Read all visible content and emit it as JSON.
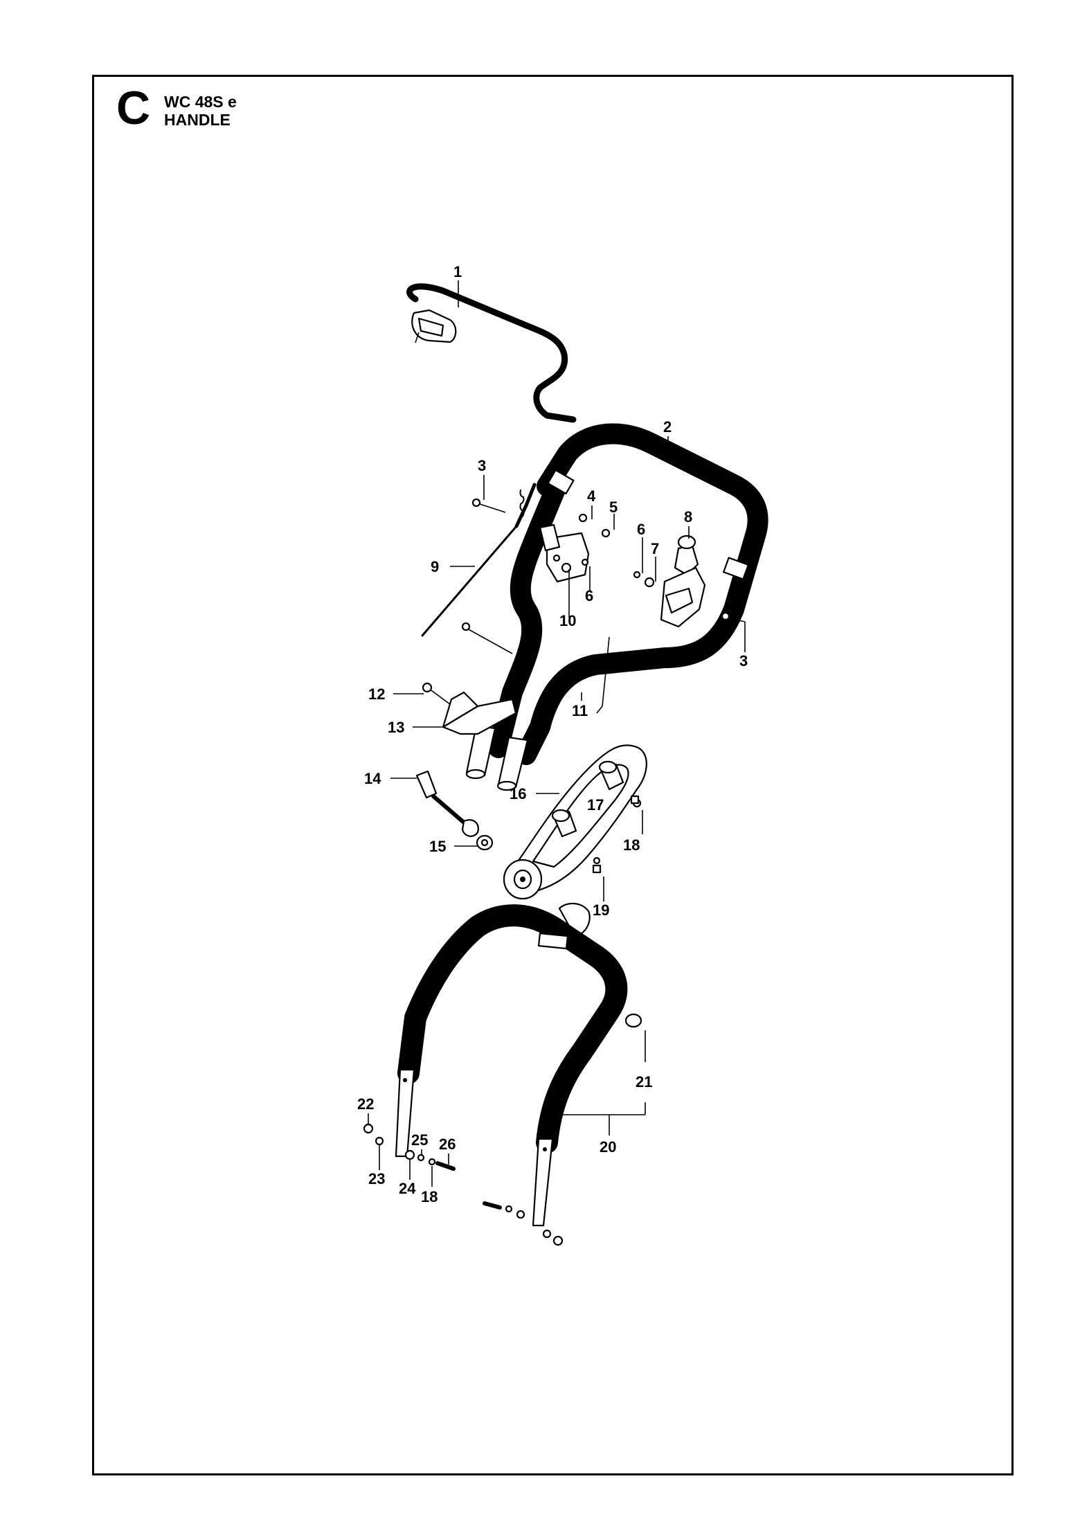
{
  "section": {
    "letter": "C",
    "model": "WC 48S e",
    "title": "HANDLE"
  },
  "callouts": [
    "1",
    "2",
    "3",
    "4",
    "5",
    "6",
    "7",
    "8",
    "9",
    "10",
    "11",
    "12",
    "13",
    "14",
    "15",
    "16",
    "17",
    "18",
    "19",
    "20",
    "21",
    "22",
    "23",
    "24",
    "25",
    "26"
  ],
  "extra_callouts": {
    "second_3": "3",
    "second_6": "6",
    "second_18": "18"
  }
}
